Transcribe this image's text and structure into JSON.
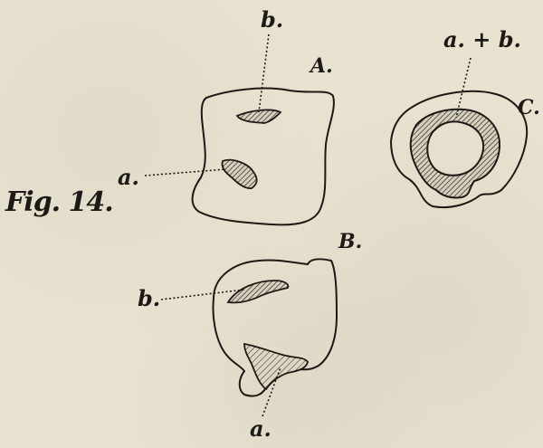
{
  "figure": {
    "caption": "Fig. 14.",
    "panel_labels": {
      "a": "A.",
      "b": "B.",
      "c": "C."
    },
    "part_labels": {
      "A_b": "b.",
      "A_a": "a.",
      "B_b": "b.",
      "B_a": "a.",
      "C_ab": "a. + b."
    }
  }
}
